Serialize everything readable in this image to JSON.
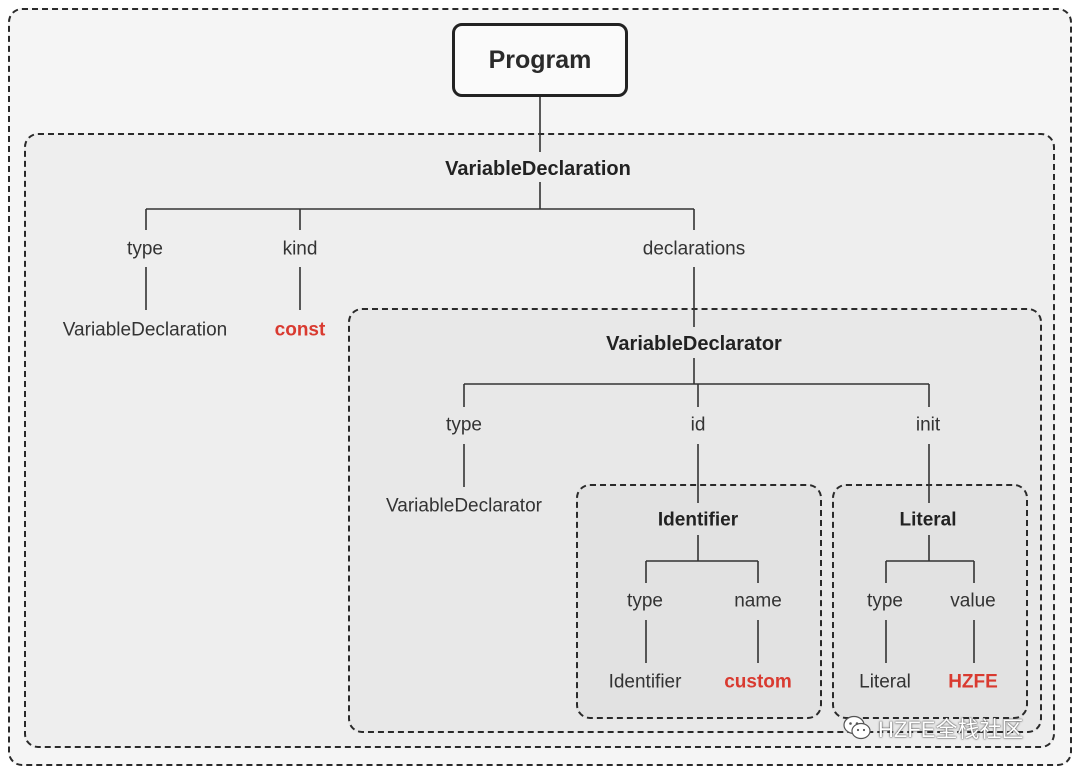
{
  "diagram": {
    "program": "Program",
    "variable_declaration": {
      "title": "VariableDeclaration",
      "type_key": "type",
      "type_value": "VariableDeclaration",
      "kind_key": "kind",
      "kind_value": "const",
      "declarations_key": "declarations"
    },
    "variable_declarator": {
      "title": "VariableDeclarator",
      "type_key": "type",
      "type_value": "VariableDeclarator",
      "id_key": "id",
      "init_key": "init"
    },
    "identifier": {
      "title": "Identifier",
      "type_key": "type",
      "type_value": "Identifier",
      "name_key": "name",
      "name_value": "custom"
    },
    "literal": {
      "title": "Literal",
      "type_key": "type",
      "type_value": "Literal",
      "value_key": "value",
      "value_value": "HZFE"
    }
  },
  "watermark": {
    "text": "HZFE全栈社区",
    "icon": "wechat-icon"
  },
  "colors": {
    "highlight": "#d93a30",
    "line": "#333333",
    "border": "#2a2a2a"
  }
}
